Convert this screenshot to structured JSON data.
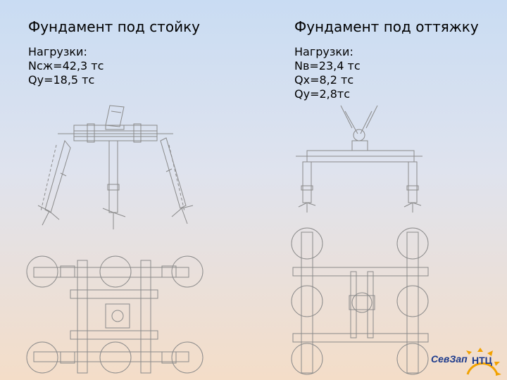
{
  "left": {
    "title": "Фундамент под стойку",
    "loads_heading": "Нагрузки:",
    "load1": "Nсж=42,3 тс",
    "load2": "Qу=18,5 тс"
  },
  "right": {
    "title": "Фундамент под оттяжку",
    "loads_heading": "Нагрузки:",
    "load1": "Nв=23,4 тс",
    "load2": "Qх=8,2 тс",
    "load3": "Qу=2,8тс"
  },
  "logo": {
    "part1": "СевЗап",
    "part2": "НТЦ",
    "colors": {
      "text": "#1c3a8c",
      "sun": "#f2a200"
    }
  },
  "colors": {
    "drawing_line": "#8a8a8a"
  }
}
